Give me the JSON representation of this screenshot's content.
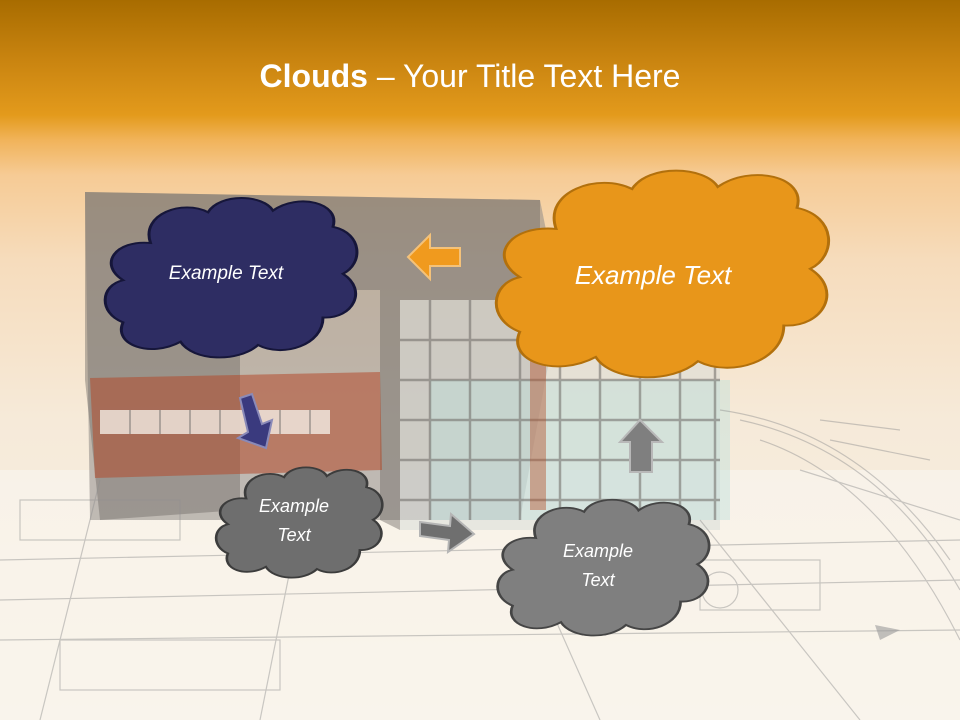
{
  "slide": {
    "title_bold": "Clouds",
    "title_dash": " – ",
    "title_rest": "Your Title Text Here"
  },
  "clouds": [
    {
      "text": "Example Text",
      "color": "#2e2d63"
    },
    {
      "text": "Example Text",
      "color": "#e8961a"
    },
    {
      "text": "Example\nText",
      "color": "#6e6e6e"
    },
    {
      "text": "Example\nText",
      "color": "#7f7f7f"
    }
  ],
  "colors": {
    "header": "#d98e15",
    "dark_cloud": "#2e2d63",
    "orange_cloud": "#e8961a",
    "grey_cloud": "#6e6e6e",
    "arrow_orange": "#f09a1e",
    "arrow_navy": "#3a3a7e",
    "arrow_grey": "#7a7a7a"
  },
  "icons": [
    "arrow-left-icon",
    "arrow-down-right-icon",
    "arrow-right-icon",
    "arrow-up-icon"
  ]
}
